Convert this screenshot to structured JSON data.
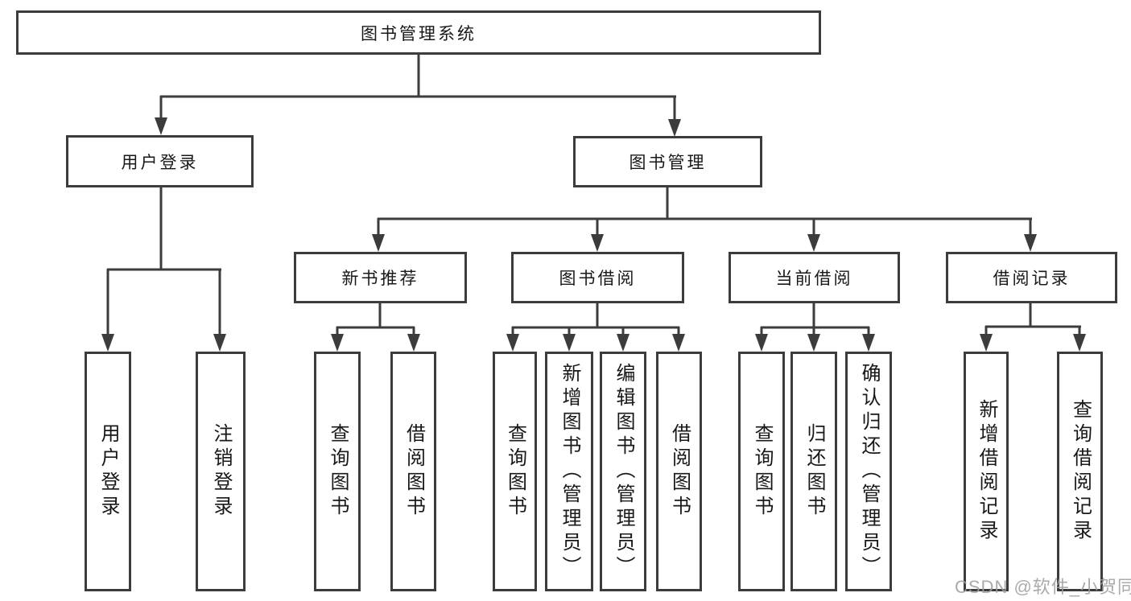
{
  "diagram": {
    "root": "图书管理系统",
    "branches": {
      "user_login": "用户登录",
      "book_management": "图书管理"
    },
    "modules": [
      "新书推荐",
      "图书借阅",
      "当前借阅",
      "借阅记录"
    ],
    "leaves": {
      "user_login": [
        "用户登录",
        "注销登录"
      ],
      "new_book_recommend": [
        "查询图书",
        "借阅图书"
      ],
      "book_borrow": [
        "查询图书",
        "新增图书（管理员）",
        "编辑图书（管理员）",
        "借阅图书"
      ],
      "current_borrow": [
        "查询图书",
        "归还图书",
        "确认归还（管理员）"
      ],
      "borrow_records": [
        "新增借阅记录",
        "查询借阅记录"
      ]
    },
    "colors": {
      "box_border": "#3c3c3c",
      "connector": "#3c3c3c",
      "text": "#181818",
      "watermark": "#9e9e9e"
    }
  },
  "watermark": "CSDN @软件_小贺同学"
}
